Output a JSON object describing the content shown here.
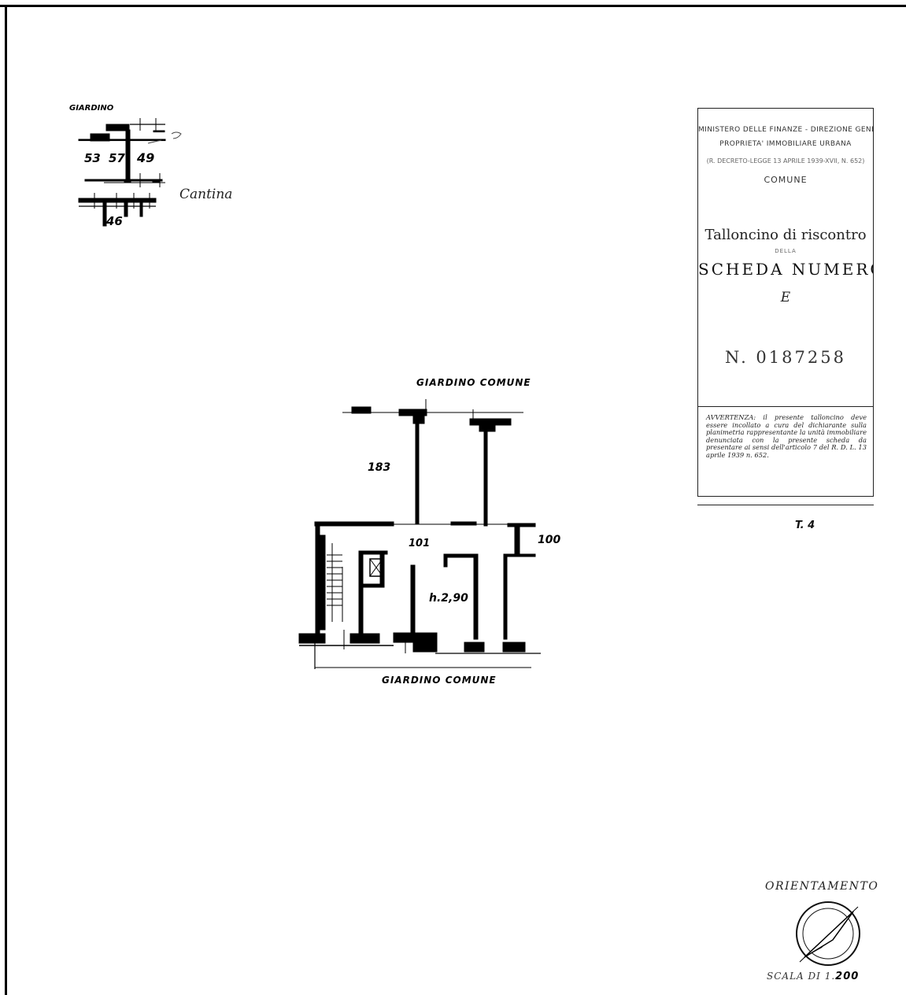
{
  "cantina_plan": {
    "title": "GIARDINO",
    "dims": [
      "53",
      "57",
      "49",
      "46"
    ],
    "script_note": "Cantina"
  },
  "floor_plan": {
    "top_label": "GIARDINO COMUNE",
    "bottom_label": "GIARDINO COMUNE",
    "dims": [
      "183",
      "101",
      "100"
    ],
    "height": "h.2,90"
  },
  "stamp": {
    "header_line1": "MINISTERO DELLE FINANZE - DIREZIONE GENERALE DELLA",
    "header_line2": "PROPRIETA' IMMOBILIARE URBANA",
    "header_line3": "(R. DECRETO-LEGGE 13 APRILE 1939-XVII, N. 652)",
    "comune_label": "COMUNE",
    "talloncino": "Talloncino di riscontro",
    "della": "DELLA",
    "scheda_numero": "SCHEDA NUMERO",
    "e_mark": "E",
    "number": "N. 0187258",
    "avvertenza": "AVVERTENZA: il presente talloncino deve essere incollato a cura del dichiarante sulla planimetria rappresentante la unità immobiliare denunciata con la presente scheda da presentare ai sensi dell'articolo 7 del R. D. L. 13 aprile 1939 n. 652.",
    "note": "T. 4"
  },
  "orientation": {
    "label": "ORIENTAMENTO",
    "icon": "compass-needle-icon"
  },
  "scale": {
    "prefix": "SCALA DI 1.",
    "value": "200"
  }
}
